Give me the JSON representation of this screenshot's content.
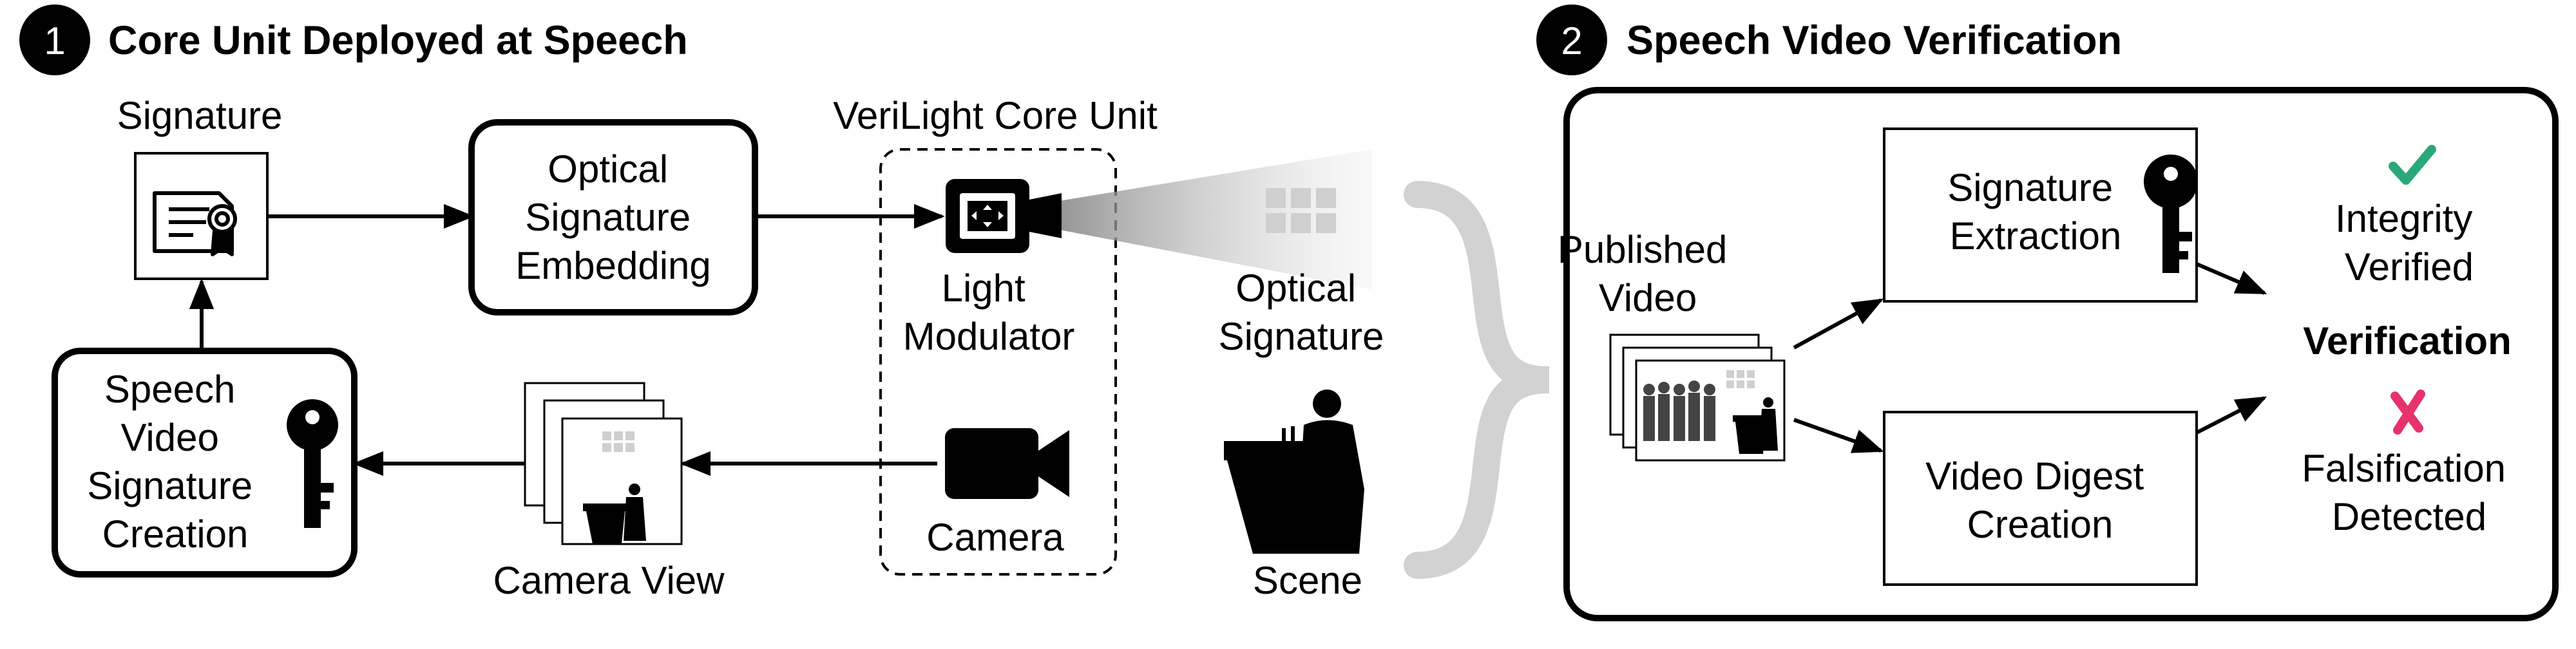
{
  "section1": {
    "number": "1",
    "title": "Core Unit Deployed at Speech"
  },
  "section2": {
    "number": "2",
    "title": "Speech Video Verification"
  },
  "signature": {
    "label": "Signature"
  },
  "embedding": {
    "lines": [
      "Optical",
      "Signature",
      "Embedding"
    ]
  },
  "core_unit": {
    "label": "VeriLight Core Unit"
  },
  "modulator": {
    "lines": [
      "Light",
      "Modulator"
    ]
  },
  "optical_signature": {
    "lines": [
      "Optical",
      "Signature"
    ]
  },
  "camera": {
    "label": "Camera"
  },
  "scene": {
    "label": "Scene"
  },
  "camera_view": {
    "label": "Camera View"
  },
  "creation": {
    "lines": [
      "Speech",
      "Video",
      "Signature",
      "Creation"
    ]
  },
  "published_video": {
    "lines": [
      "Published",
      "Video"
    ]
  },
  "extraction": {
    "lines": [
      "Signature",
      "Extraction"
    ]
  },
  "digest": {
    "lines": [
      "Video Digest",
      "Creation"
    ]
  },
  "verification": {
    "label": "Verification"
  },
  "integrity": {
    "lines": [
      "Integrity",
      "Verified"
    ]
  },
  "falsification": {
    "lines": [
      "Falsification",
      "Detected"
    ]
  },
  "colors": {
    "check": "#2aa87a",
    "cross": "#e8326b",
    "brace": "#d2d2d2",
    "beam": "#c8c8c8"
  }
}
